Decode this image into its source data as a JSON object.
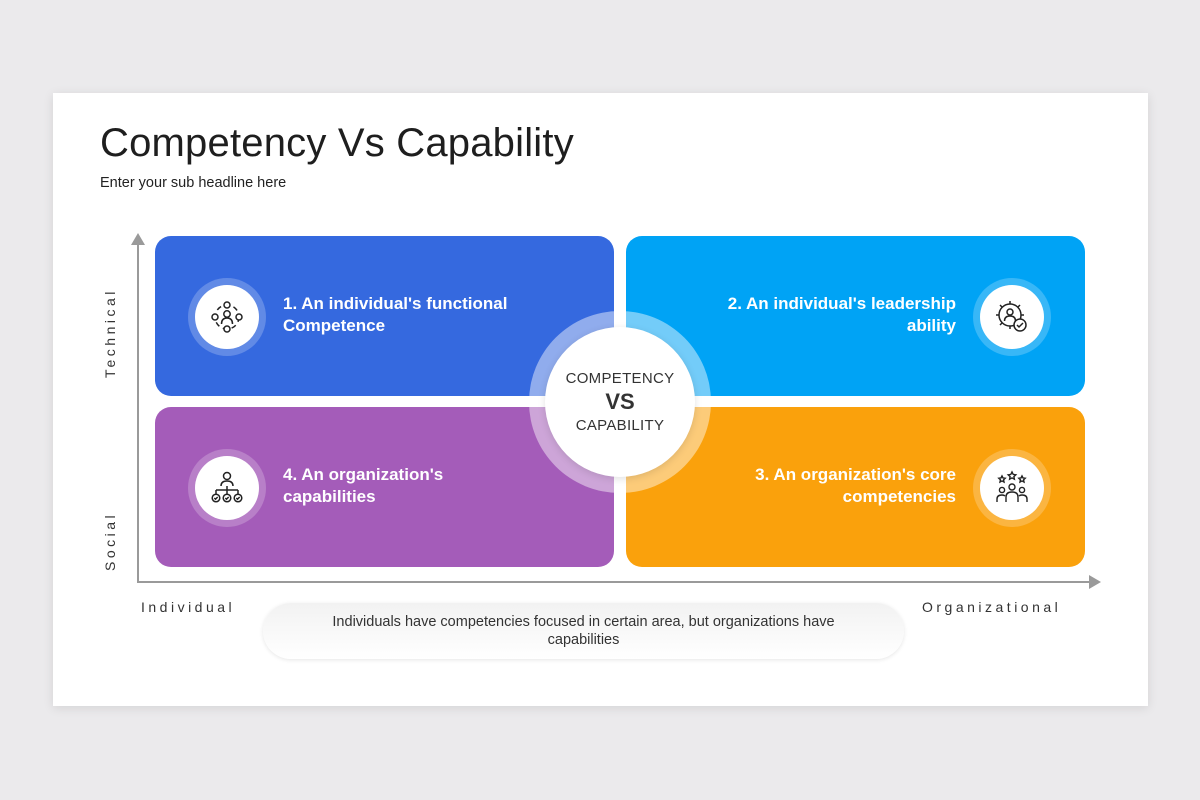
{
  "slide": {
    "title": "Competency Vs Capability",
    "subtitle": "Enter your sub headline here"
  },
  "quadrants": [
    {
      "label": "1. An individual's functional Competence",
      "color": "#3569df",
      "icon": "person-network-icon"
    },
    {
      "label": "2. An individual's leadership ability",
      "color": "#00a3f5",
      "icon": "gear-person-check-icon"
    },
    {
      "label": "3. An organization's core competencies",
      "color": "#faa10c",
      "icon": "team-stars-icon"
    },
    {
      "label": "4. An organization's capabilities",
      "color": "#a45cb9",
      "icon": "org-hierarchy-icon"
    }
  ],
  "center": {
    "line1": "COMPETENCY",
    "line2": "VS",
    "line3": "CAPABILITY"
  },
  "axes": {
    "y_top": "Technical",
    "y_bottom": "Social",
    "x_left": "Individual",
    "x_right": "Organizational"
  },
  "note": "Individuals have competencies  focused in certain area, but organizations have capabilities"
}
